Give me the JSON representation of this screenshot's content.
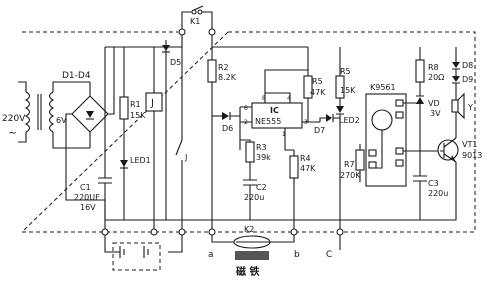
{
  "labels": {
    "k1": "K1",
    "d1d4": "D1-D4",
    "mains_voltage": "220V",
    "mains_ac": "~",
    "secondary_voltage": "6V",
    "d5": "D5",
    "relay": "J",
    "r1": "R1",
    "r1_value": "15K",
    "led1": "LED1",
    "c1": "C1",
    "c1_value": "220UF",
    "c1_voltage": "16V",
    "relay_contact": "J",
    "r2": "R2",
    "r2_value": "8.2K",
    "d6": "D6",
    "ic": "IC",
    "ic_part": "NE555",
    "pin8": "8",
    "pin4": "4",
    "pin6": "6",
    "pin2": "2",
    "pin3": "3",
    "pin1": "1",
    "r3": "R3",
    "r3_value": "39k",
    "c2": "C2",
    "c2_value": "220u",
    "r4": "R4",
    "r4_value": "47K",
    "r5a": "R5",
    "r5a_value": "47K",
    "d7": "D7",
    "r5b": "R5",
    "r5b_value": "15K",
    "led2": "LED2",
    "k9561": "K9561",
    "r7": "R7",
    "r7_value": "270K",
    "r8": "R8",
    "r8_value": "20Ω",
    "vd": "VD",
    "vd_value": "3V",
    "c3": "C3",
    "c3_value": "220u",
    "d8": "D8",
    "d9": "D9",
    "speaker": "Y",
    "vt1": "VT1",
    "vt1_part": "9013",
    "k2": "K2",
    "magnet": "磁 铁",
    "terminal_a": "a",
    "terminal_b": "b",
    "terminal_c": "C"
  }
}
